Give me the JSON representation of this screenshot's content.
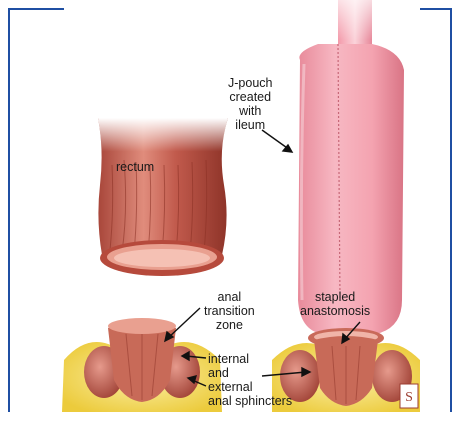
{
  "labels": {
    "rectum": "rectum",
    "jpouch": "J-pouch\ncreated\nwith\nileum",
    "stapled": "stapled\nanastomosis",
    "anal_transition": "anal\ntransition\nzone",
    "sphincters": "internal\nand\nexternal\nanal sphincters"
  },
  "watermark": "S",
  "colors": {
    "frame": "#1f4fa3",
    "tissue_dark": "#b94f3f",
    "tissue_mid": "#d9776a",
    "tissue_light": "#f1b0a6",
    "pouch": "#f4a3b0",
    "pouch_light": "#f9c7cf",
    "fat": "#f3d95a",
    "fat_light": "#fbf0a8"
  }
}
